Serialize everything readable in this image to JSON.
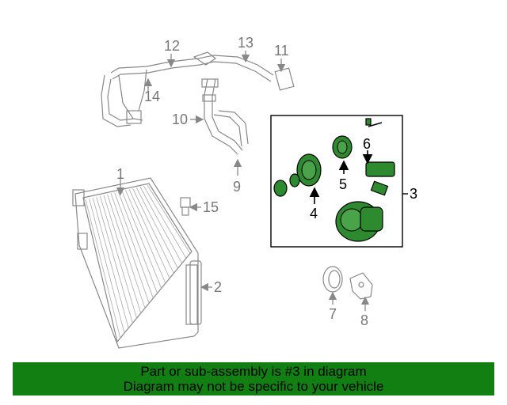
{
  "callouts": {
    "n1": "1",
    "n2": "2",
    "n3": "3",
    "n4": "4",
    "n5": "5",
    "n6": "6",
    "n7": "7",
    "n8": "8",
    "n9": "9",
    "n10": "10",
    "n11": "11",
    "n12": "12",
    "n13": "13",
    "n14": "14",
    "n15": "15"
  },
  "banner": {
    "line1": "Part or sub-assembly is #3 in diagram",
    "line2": "Diagram may not be specific to your vehicle"
  },
  "colors": {
    "highlight": "#2e8a2e",
    "banner": "#127f12",
    "line": "#888888"
  }
}
